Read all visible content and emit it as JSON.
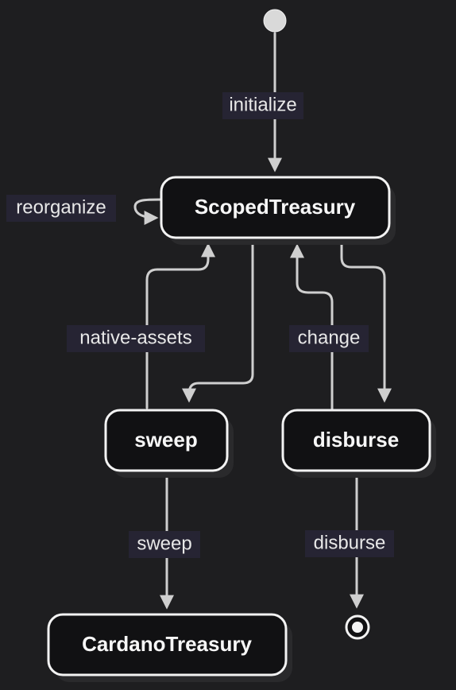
{
  "diagram": {
    "type": "state-diagram",
    "states": {
      "scoped_treasury": "ScopedTreasury",
      "sweep": "sweep",
      "disburse": "disburse",
      "cardano_treasury": "CardanoTreasury"
    },
    "transitions": {
      "initialize": "initialize",
      "reorganize": "reorganize",
      "native_assets": "native-assets",
      "change": "change",
      "sweep": "sweep",
      "disburse": "disburse"
    },
    "colors": {
      "background": "#1e1e20",
      "node_fill": "#111113",
      "node_stroke": "#f3f3f3",
      "edge": "#cfcfcf",
      "label_background": "#262433",
      "start_marker": "#d9d9d9"
    }
  }
}
